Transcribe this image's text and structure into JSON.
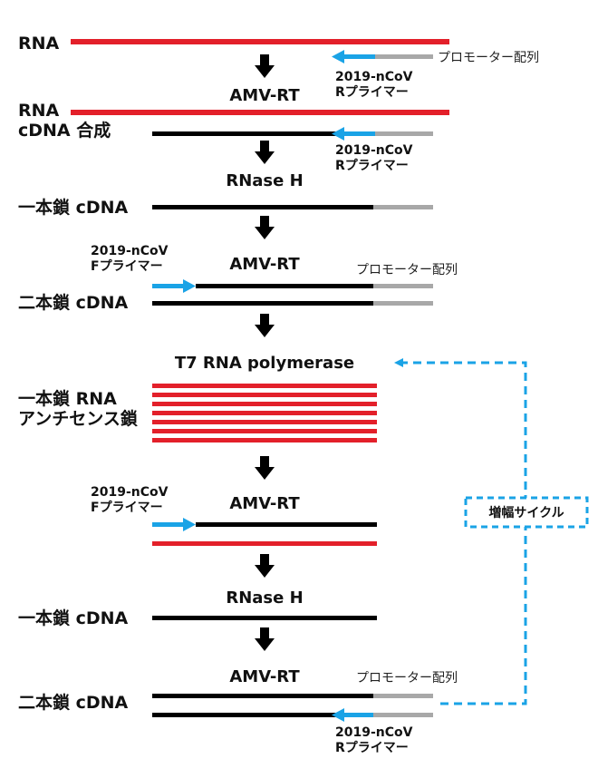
{
  "colors": {
    "rna": "#e3202a",
    "dna": "#000000",
    "promoter": "#a8a8a8",
    "primer": "#1aa3e6",
    "cycle": "#1aa3e6"
  },
  "steps": {
    "s1_left": "RNA",
    "s1_promoter": "プロモーター配列",
    "s1_primer_l1": "2019-nCoV",
    "s1_primer_l2": "Rプライマー",
    "s2_enzyme": "AMV-RT",
    "s2_left1": "RNA",
    "s2_left2": "cDNA 合成",
    "s2_primer_l1": "2019-nCoV",
    "s2_primer_l2": "Rプライマー",
    "s3_enzyme": "RNase H",
    "s3_left": "一本鎖 cDNA",
    "s4_primer_l1": "2019-nCoV",
    "s4_primer_l2": "Fプライマー",
    "s4_enzyme": "AMV-RT",
    "s4_promoter": "プロモーター配列",
    "s4_left": "二本鎖 cDNA",
    "s5_enzyme": "T7 RNA polymerase",
    "s5_left1": "一本鎖 RNA",
    "s5_left2": "アンチセンス鎖",
    "s6_primer_l1": "2019-nCoV",
    "s6_primer_l2": "Fプライマー",
    "s6_enzyme": "AMV-RT",
    "s7_enzyme": "RNase H",
    "s7_left": "一本鎖 cDNA",
    "s8_enzyme": "AMV-RT",
    "s8_promoter": "プロモーター配列",
    "s8_left": "二本鎖 cDNA",
    "s8_primer_l1": "2019-nCoV",
    "s8_primer_l2": "Rプライマー",
    "cycle_label": "増幅サイクル"
  }
}
